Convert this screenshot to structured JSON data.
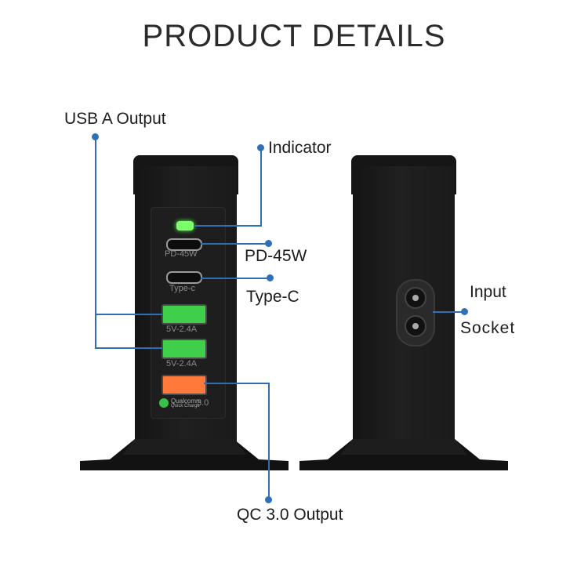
{
  "title": "PRODUCT DETAILS",
  "labels": {
    "usb_a_output": "USB A Output",
    "indicator": "Indicator",
    "pd45w": "PD-45W",
    "typec": "Type-C",
    "input": "Input",
    "socket": "Socket",
    "qc_output": "QC 3.0 Output"
  },
  "ports": {
    "pd45w": "PD-45W",
    "typec": "Type-c",
    "usba1": "5V-2.4A",
    "usba2": "5V-2.4A",
    "qc_brand": "Qualcomm",
    "qc_sub": "Quick Charge",
    "qc_version": "3.0"
  },
  "colors": {
    "callout": "#2f6fb5",
    "indicator": "#7cff6a",
    "usb_a": "#3fcf4a",
    "qc_port": "#ff7a3a"
  }
}
